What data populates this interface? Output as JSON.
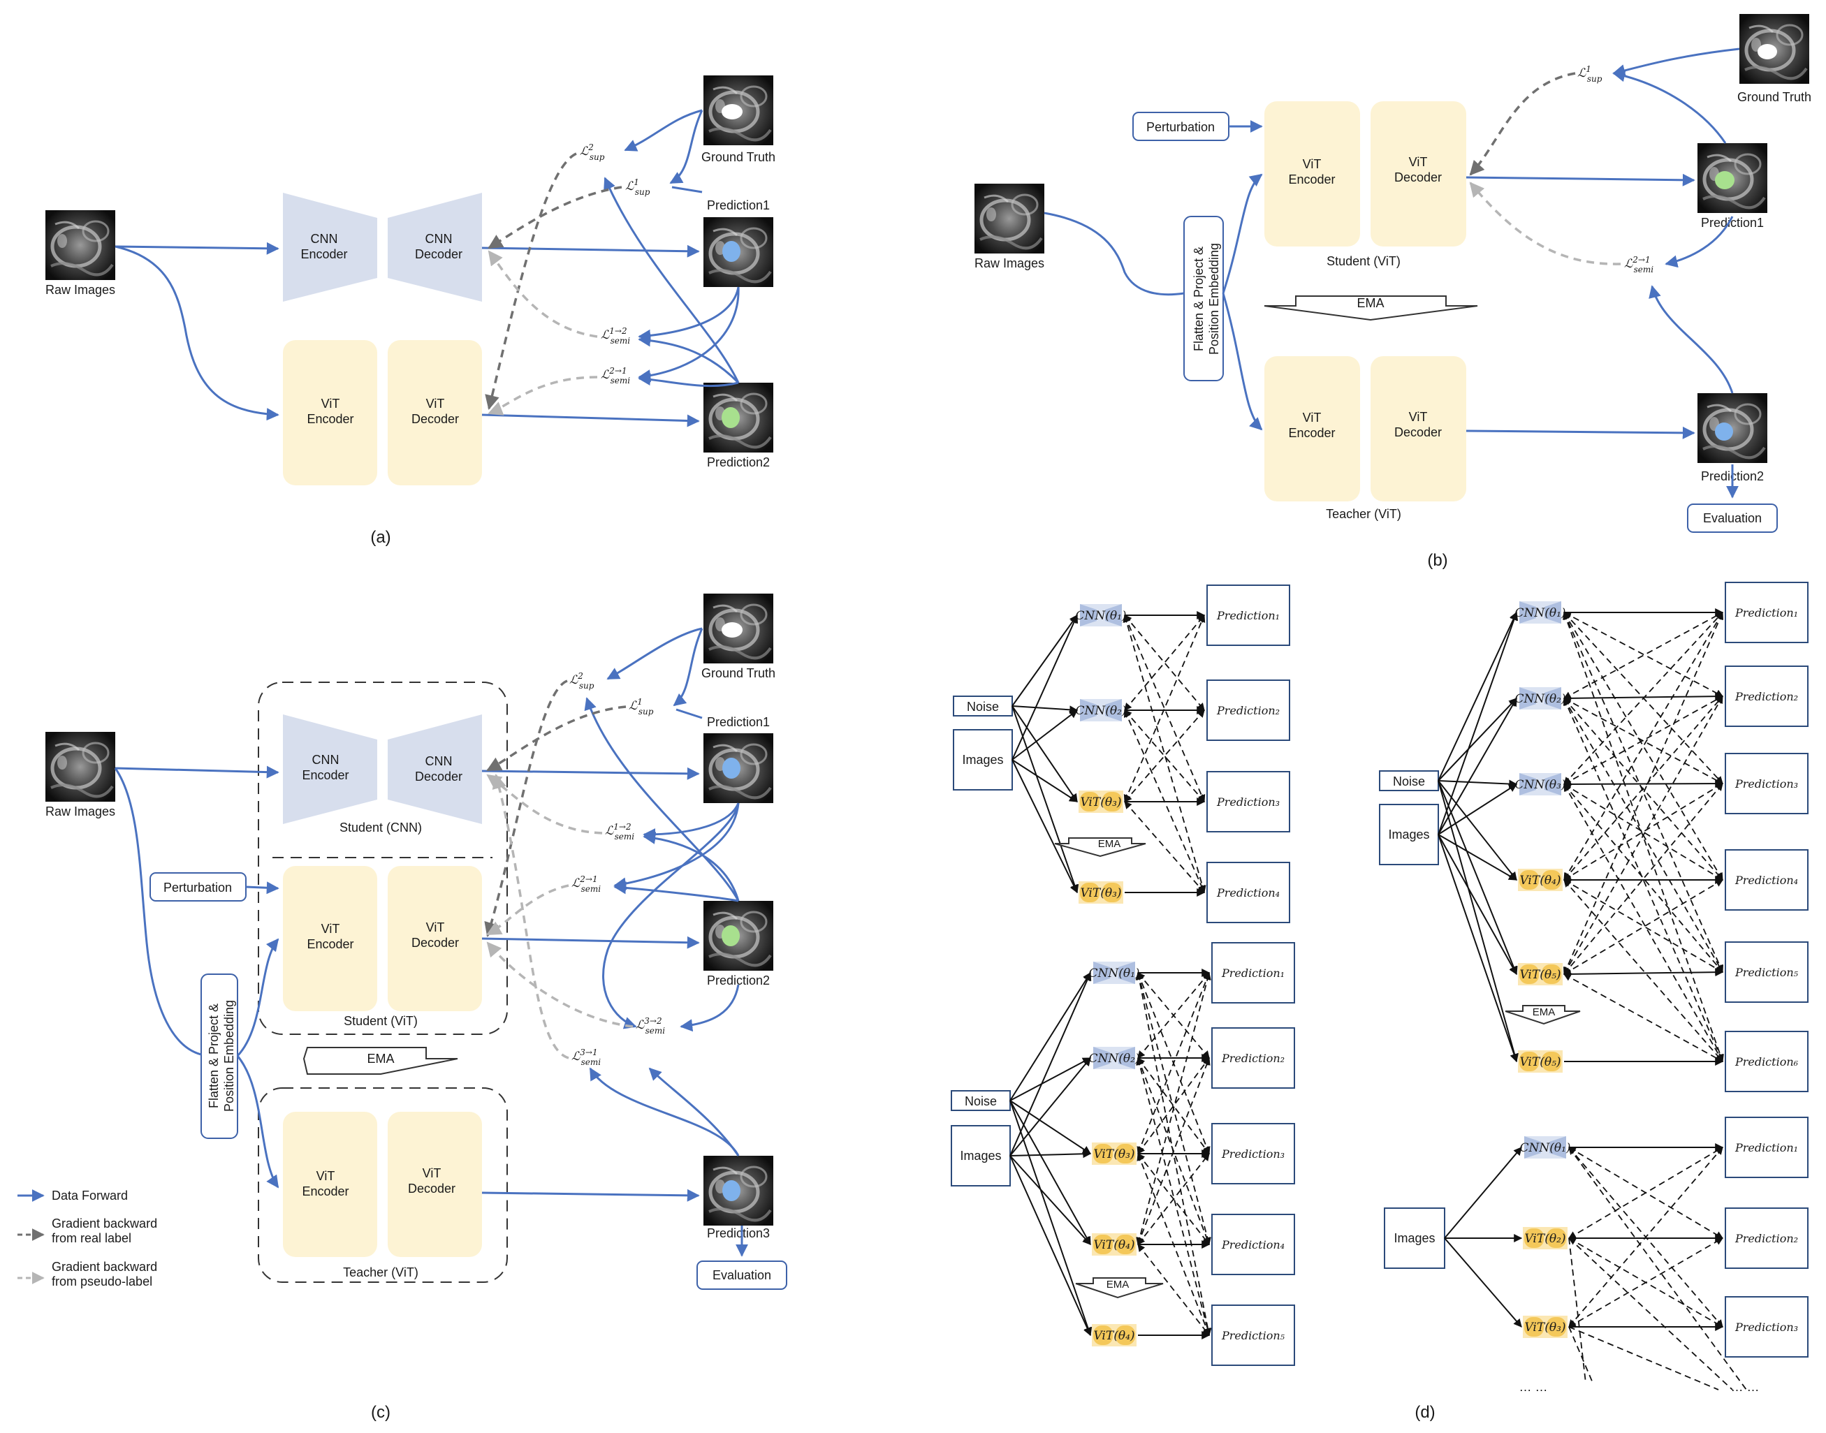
{
  "panels": {
    "a": {
      "caption": "(a)",
      "raw": "Raw Images",
      "cnn_encoder": "CNN\nEncoder",
      "cnn_decoder": "CNN\nDecoder",
      "vit_encoder": "ViT\nEncoder",
      "vit_decoder": "ViT\nDecoder",
      "gt": "Ground Truth",
      "pred1": "Prediction1",
      "pred2": "Prediction2",
      "l_sup2": "ℒ²sup",
      "l_sup1": "ℒ¹sup",
      "l_semi12": "ℒ¹→²semi",
      "l_semi21": "ℒ²→¹semi"
    },
    "b": {
      "caption": "(b)",
      "raw": "Raw Images",
      "perturbation": "Perturbation",
      "flatten": "Flatten & Project &\nPosition Embedding",
      "vit_encoder": "ViT\nEncoder",
      "vit_decoder": "ViT\nDecoder",
      "student": "Student (ViT)",
      "teacher": "Teacher (ViT)",
      "ema": "EMA",
      "gt": "Ground Truth",
      "pred1": "Prediction1",
      "pred2": "Prediction2",
      "evaluation": "Evaluation",
      "l_sup1": "ℒ¹sup",
      "l_semi21": "ℒ²→¹semi"
    },
    "c": {
      "caption": "(c)",
      "raw": "Raw Images",
      "perturbation": "Perturbation",
      "flatten": "Flatten & Project &\nPosition Embedding",
      "cnn_encoder": "CNN\nEncoder",
      "cnn_decoder": "CNN\nDecoder",
      "vit_encoder": "ViT\nEncoder",
      "vit_decoder": "ViT\nDecoder",
      "student_cnn": "Student (CNN)",
      "student_vit": "Student (ViT)",
      "teacher": "Teacher (ViT)",
      "ema": "EMA",
      "gt": "Ground Truth",
      "pred1": "Prediction1",
      "pred2": "Prediction2",
      "pred3": "Prediction3",
      "evaluation": "Evaluation",
      "l_sup2": "ℒ²sup",
      "l_sup1": "ℒ¹sup",
      "l_semi12": "ℒ¹→²semi",
      "l_semi21": "ℒ²→¹semi",
      "l_semi32": "ℒ³→²semi",
      "l_semi31": "ℒ³→¹semi"
    },
    "d": {
      "caption": "(d)",
      "noise": "Noise",
      "images": "Images",
      "ema": "EMA",
      "ellipsis": "… …",
      "sub1": {
        "models": [
          "CNN(θ₁)",
          "CNN(θ₂)",
          "ViT(θ₃)",
          "ViT(θ₃)"
        ],
        "preds": [
          "Prediction₁",
          "Prediction₂",
          "Prediction₃",
          "Prediction₄"
        ]
      },
      "sub2": {
        "models": [
          "CNN(θ₁)",
          "CNN(θ₂)",
          "ViT(θ₃)",
          "ViT(θ₄)",
          "ViT(θ₄)"
        ],
        "preds": [
          "Prediction₁",
          "Prediction₂",
          "Prediction₃",
          "Prediction₄",
          "Prediction₅"
        ]
      },
      "sub3": {
        "models": [
          "CNN(θ₁)",
          "CNN(θ₂)",
          "CNN(θ₃)",
          "ViT(θ₄)",
          "ViT(θ₅)",
          "ViT(θ₅)"
        ],
        "preds": [
          "Prediction₁",
          "Prediction₂",
          "Prediction₃",
          "Prediction₄",
          "Prediction₅",
          "Prediction₆"
        ]
      },
      "sub4": {
        "models": [
          "CNN(θ₁)",
          "ViT(θ₂)",
          "ViT(θ₃)"
        ],
        "preds": [
          "Prediction₁",
          "Prediction₂",
          "Prediction₃"
        ]
      }
    }
  },
  "legend": {
    "forward": "Data Forward",
    "real": "Gradient backward\nfrom real label",
    "pseudo": "Gradient backward\nfrom pseudo-label"
  },
  "colors": {
    "forward": "#4a72c0",
    "real_label": "#707070",
    "pseudo_label": "#b5b5b5",
    "cnn_block": "#d7deed",
    "vit_block": "#fdf3d4",
    "mask_white": "#ffffff",
    "mask_blue": "#7fb2ec",
    "mask_green": "#a8e08e"
  }
}
